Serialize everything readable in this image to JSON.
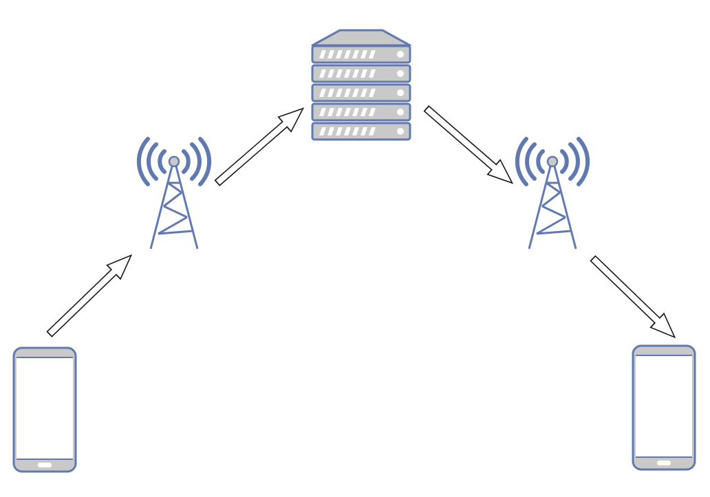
{
  "diagram": {
    "nodes": [
      {
        "id": "sender-phone",
        "kind": "smartphone-icon"
      },
      {
        "id": "sender-tower",
        "kind": "cell-tower-icon"
      },
      {
        "id": "core-server",
        "kind": "server-rack-icon"
      },
      {
        "id": "receiver-tower",
        "kind": "cell-tower-icon"
      },
      {
        "id": "receiver-phone",
        "kind": "smartphone-icon"
      }
    ],
    "edges": [
      {
        "from": "sender-phone",
        "to": "sender-tower"
      },
      {
        "from": "sender-tower",
        "to": "core-server"
      },
      {
        "from": "core-server",
        "to": "receiver-tower"
      },
      {
        "from": "receiver-tower",
        "to": "receiver-phone"
      }
    ]
  },
  "colors": {
    "stroke": "#6079b0",
    "panel_grey": "#c9c9c9",
    "phone_screen": "#ffffff",
    "arrow_stroke": "#1a1a1a",
    "arrow_fill": "#ffffff"
  }
}
